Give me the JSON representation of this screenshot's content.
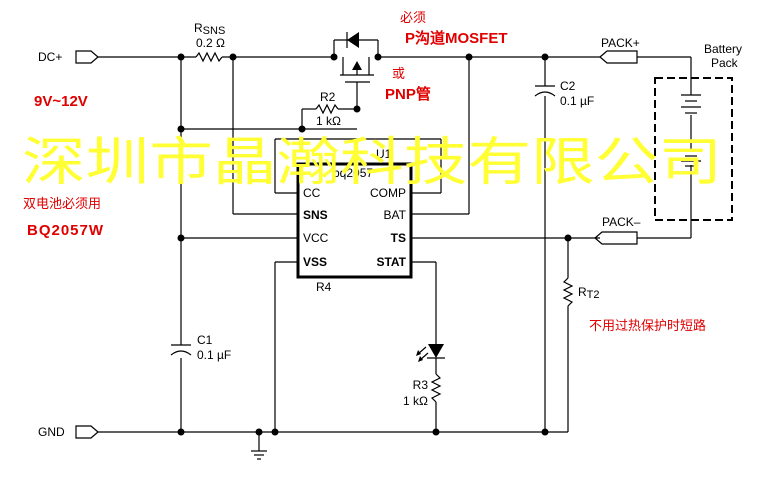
{
  "ports": {
    "dc_plus": "DC+",
    "gnd": "GND",
    "pack_plus": "PACK+",
    "pack_minus": "PACK–"
  },
  "components": {
    "rsns": {
      "name_main": "R",
      "name_sub": "SNS",
      "value": "0.2 Ω"
    },
    "r2": {
      "name": "R2",
      "value": "1 kΩ"
    },
    "r3": {
      "name": "R3",
      "value": "1 kΩ"
    },
    "r4": {
      "name": "R4"
    },
    "rt2": {
      "name_main": "R",
      "name_sub": "T2"
    },
    "c1": {
      "name": "C1",
      "value": "0.1 µF"
    },
    "c2": {
      "name": "C2",
      "value": "0.1 µF"
    },
    "u1": {
      "ref": "U1",
      "part": "bq2057"
    },
    "battery": {
      "label_line1": "Battery",
      "label_line2": "Pack"
    }
  },
  "ic_pins": {
    "left": [
      "CC",
      "SNS",
      "VCC",
      "VSS"
    ],
    "right": [
      "COMP",
      "BAT",
      "TS",
      "STAT"
    ]
  },
  "annotations": {
    "must": "必须",
    "pmos": "P沟道MOSFET",
    "or": "或",
    "pnp": "PNP管",
    "voltage": "9V~12V",
    "dual_cell": "双电池必须用",
    "dual_part": "BQ2057W",
    "no_thermal": "不用过热保护时短路"
  },
  "watermark": "深圳市晶瀚科技有限公司",
  "colors": {
    "annotation": "#e00000",
    "watermark": "#ffff33",
    "wire": "#000000"
  }
}
